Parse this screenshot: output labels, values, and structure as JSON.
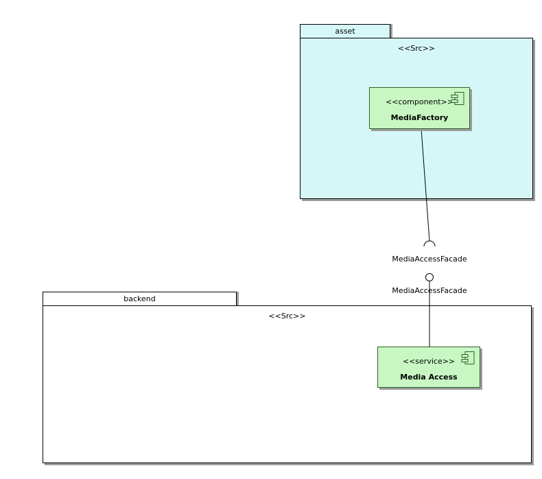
{
  "diagram": {
    "type": "uml-component-diagram",
    "background": "#ffffff"
  },
  "asset_package": {
    "name": "asset",
    "stereotype": "<<Src>>",
    "fill": "#d6f7f7",
    "border": "#000000"
  },
  "backend_package": {
    "name": "backend",
    "stereotype": "<<Src>>",
    "fill": "#ffffff",
    "border": "#000000"
  },
  "media_factory": {
    "stereotype": "<<component>>",
    "name": "MediaFactory",
    "fill": "#c9f7c3",
    "border": "#2d5f2d"
  },
  "media_access": {
    "stereotype": "<<service>>",
    "name": "Media Access",
    "fill": "#c9f7c3",
    "border": "#2d5f2d"
  },
  "interface_socket": {
    "kind": "required-interface-socket",
    "label": "MediaAccessFacade"
  },
  "interface_ball": {
    "kind": "provided-interface-ball",
    "label": "MediaAccessFacade"
  },
  "colors": {
    "shadow": "#9c9c9c",
    "connector": "#000000"
  }
}
